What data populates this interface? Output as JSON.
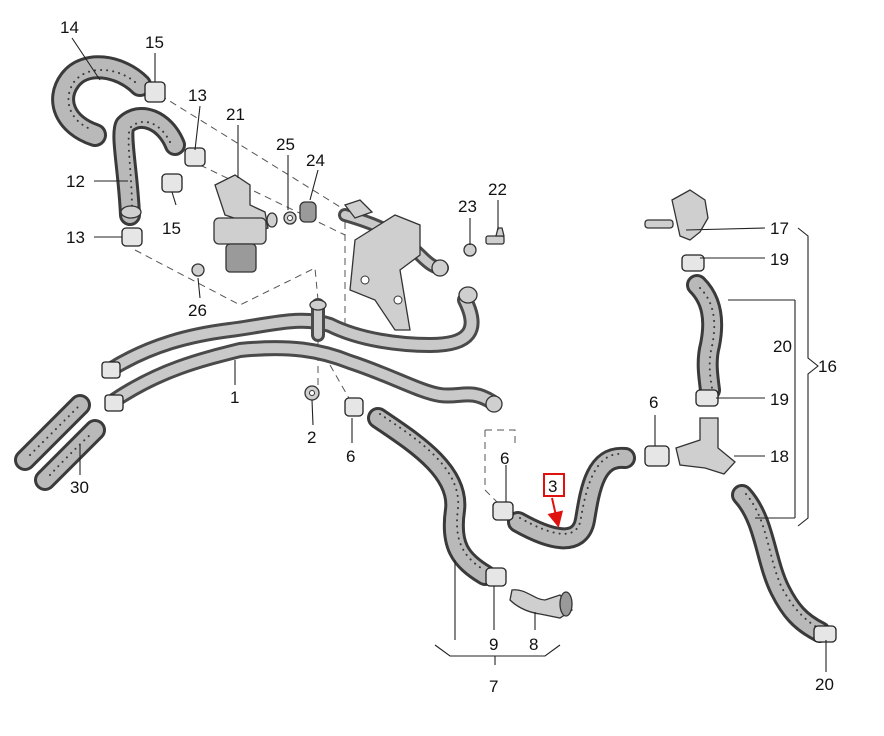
{
  "diagram": {
    "callouts": {
      "c1": "1",
      "c2": "2",
      "c3": "3",
      "c6a": "6",
      "c6b": "6",
      "c6c": "6",
      "c7": "7",
      "c8": "8",
      "c9": "9",
      "c12": "12",
      "c13a": "13",
      "c13b": "13",
      "c14": "14",
      "c15a": "15",
      "c15b": "15",
      "c16": "16",
      "c17": "17",
      "c18": "18",
      "c19a": "19",
      "c19b": "19",
      "c20a": "20",
      "c20b": "20",
      "c21": "21",
      "c22": "22",
      "c23": "23",
      "c24": "24",
      "c25": "25",
      "c26": "26",
      "c30": "30"
    },
    "highlight_color": "#e0120f"
  }
}
